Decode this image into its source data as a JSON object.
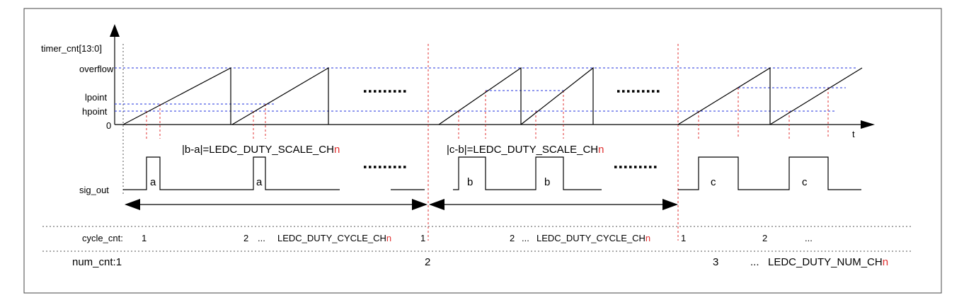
{
  "axes": {
    "y_label": "timer_cnt[13:0]",
    "x_label": "t",
    "levels": {
      "overflow": "overflow",
      "lpoint": "lpoint",
      "hpoint": "hpoint",
      "zero": "0"
    }
  },
  "signal_label": "sig_out",
  "formulas": {
    "ba": {
      "prefix": "|b-a|=LEDC_DUTY_SCALE_CH",
      "suffix": "n"
    },
    "cb": {
      "prefix": "|c-b|=LEDC_DUTY_SCALE_CH",
      "suffix": "n"
    }
  },
  "pulse_labels": {
    "a": "a",
    "b": "b",
    "c": "c"
  },
  "cycle_row": {
    "label": "cycle_cnt:",
    "v1": "1",
    "v2": "2",
    "v3": "...",
    "cycle_prefix": "LEDC_DUTY_CYCLE_CH",
    "cycle_suffix": "n"
  },
  "num_row": {
    "label": "num_cnt:1",
    "v2": "2",
    "v3": "3",
    "ellipsis": "...",
    "num_prefix": "LEDC_DUTY_NUM_CH",
    "num_suffix": "n"
  },
  "colors": {
    "blue_guides": "#2233dd",
    "red_guides": "#e03030"
  }
}
